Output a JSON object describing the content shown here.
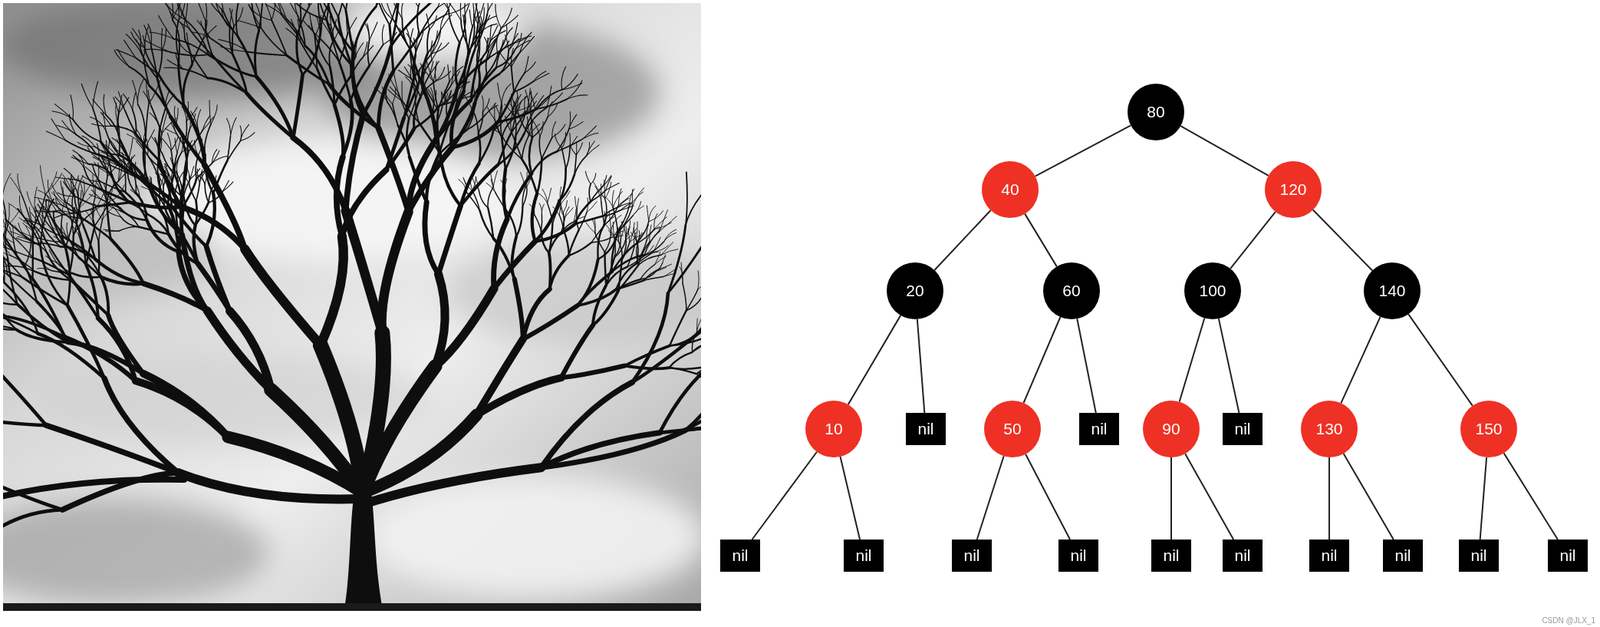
{
  "diagram": {
    "nodes": [
      {
        "text": [
          "80"
        ]
      },
      {
        "text": [
          "40"
        ]
      },
      {
        "text": [
          "120"
        ]
      },
      {
        "text": [
          "20"
        ]
      },
      {
        "text": [
          "60"
        ]
      },
      {
        "text": [
          "100"
        ]
      },
      {
        "text": [
          "140"
        ]
      },
      {
        "text": [
          "10"
        ]
      },
      {
        "text": [
          "nil"
        ]
      },
      {
        "text": [
          "50"
        ]
      },
      {
        "text": [
          "nil"
        ]
      },
      {
        "text": [
          "90"
        ]
      },
      {
        "text": [
          "nil"
        ]
      },
      {
        "text": [
          "130"
        ]
      },
      {
        "text": [
          "150"
        ]
      },
      {
        "text": [
          "nil"
        ]
      },
      {
        "text": [
          "nil"
        ]
      },
      {
        "text": [
          "nil"
        ]
      },
      {
        "text": [
          "nil"
        ]
      },
      {
        "text": [
          "nil"
        ]
      },
      {
        "text": [
          "nil"
        ]
      },
      {
        "text": [
          "nil"
        ]
      },
      {
        "text": [
          "nil"
        ]
      },
      {
        "text": [
          "nil"
        ]
      },
      {
        "text": [
          "nil"
        ]
      }
    ],
    "edges": [
      {
        "from": 0,
        "to": 1,
        "arrow": "none"
      },
      {
        "from": 0,
        "to": 2,
        "arrow": "none"
      },
      {
        "from": 1,
        "to": 3,
        "arrow": "none"
      },
      {
        "from": 1,
        "to": 4,
        "arrow": "none"
      },
      {
        "from": 2,
        "to": 5,
        "arrow": "none"
      },
      {
        "from": 2,
        "to": 6,
        "arrow": "none"
      },
      {
        "from": 3,
        "to": 7,
        "arrow": "none"
      },
      {
        "from": 3,
        "to": 8,
        "arrow": "none"
      },
      {
        "from": 4,
        "to": 9,
        "arrow": "none"
      },
      {
        "from": 4,
        "to": 10,
        "arrow": "none"
      },
      {
        "from": 5,
        "to": 11,
        "arrow": "none"
      },
      {
        "from": 5,
        "to": 12,
        "arrow": "none"
      },
      {
        "from": 6,
        "to": 13,
        "arrow": "none"
      },
      {
        "from": 6,
        "to": 14,
        "arrow": "none"
      },
      {
        "from": 7,
        "to": 15,
        "arrow": "none"
      },
      {
        "from": 7,
        "to": 16,
        "arrow": "none"
      },
      {
        "from": 9,
        "to": 17,
        "arrow": "none"
      },
      {
        "from": 9,
        "to": 18,
        "arrow": "none"
      },
      {
        "from": 11,
        "to": 19,
        "arrow": "none"
      },
      {
        "from": 11,
        "to": 20,
        "arrow": "none"
      },
      {
        "from": 13,
        "to": 21,
        "arrow": "none"
      },
      {
        "from": 13,
        "to": 22,
        "arrow": "none"
      },
      {
        "from": 14,
        "to": 23,
        "arrow": "none"
      },
      {
        "from": 14,
        "to": 24,
        "arrow": "none"
      }
    ],
    "labels": [
      "CSDN @JLX_1"
    ]
  }
}
